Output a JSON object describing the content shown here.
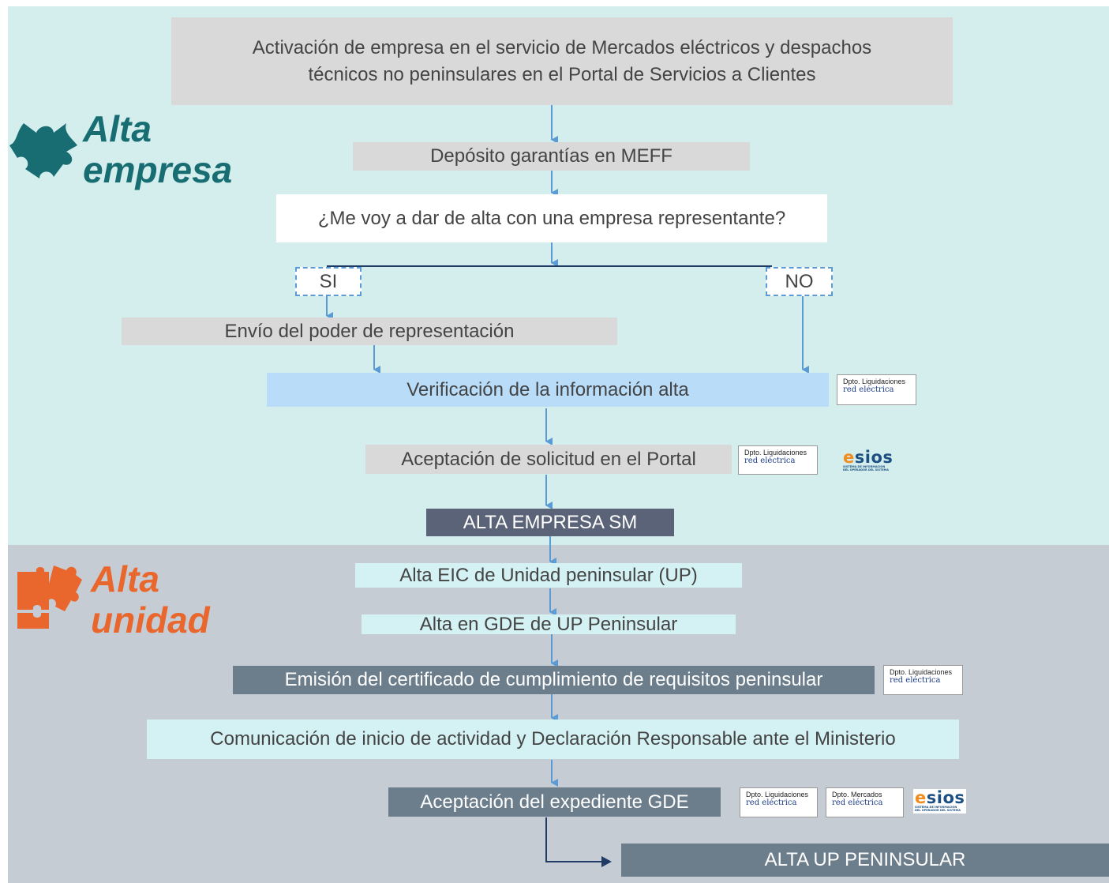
{
  "sections": {
    "top": {
      "line1": "Alta",
      "line2": "empresa",
      "color": "#176d72",
      "bg": "#d4eeee",
      "icon": "puzzle-piece-icon"
    },
    "bottom": {
      "line1": "Alta",
      "line2": "unidad",
      "color": "#e9662c",
      "bg": "#c5ccd4",
      "icon": "puzzle-pieces-icon"
    }
  },
  "boxes": {
    "activacion": "Activación de empresa en el servicio de Mercados eléctricos y despachos técnicos no peninsulares en el Portal de Servicios a Clientes",
    "deposito": "Depósito garantías en MEFF",
    "pregunta": "¿Me voy a dar de alta con una empresa representante?",
    "si": "SI",
    "no": "NO",
    "envio": "Envío del poder de representación",
    "verificacion": "Verificación de la información alta",
    "aceptacion_solicitud": "Aceptación de solicitud en el Portal",
    "alta_empresa_sm": "ALTA EMPRESA SM",
    "alta_eic": "Alta EIC de Unidad peninsular (UP)",
    "alta_gde": "Alta en GDE de UP Peninsular",
    "emision": "Emisión del certificado de cumplimiento de requisitos peninsular",
    "comunicacion": "Comunicación de inicio de actividad y Declaración Responsable ante el Ministerio",
    "aceptacion_expediente": "Aceptación del expediente GDE",
    "alta_up": "ALTA UP PENINSULAR"
  },
  "tags": {
    "liquidaciones_dept": "Dpto. Liquidaciones",
    "mercados_dept": "Dpto. Mercados",
    "company": "red eléctrica",
    "esios_logo": "esios",
    "esios_sub1": "SISTEMA DE INFORMACIÓN",
    "esios_sub2": "DEL OPERADOR DEL SISTEMA"
  },
  "colors": {
    "arrow": "#5b9bd5",
    "dark_arrow": "#1f3b66",
    "esios_orange": "#f28c1d",
    "esios_blue": "#1c4f82"
  }
}
